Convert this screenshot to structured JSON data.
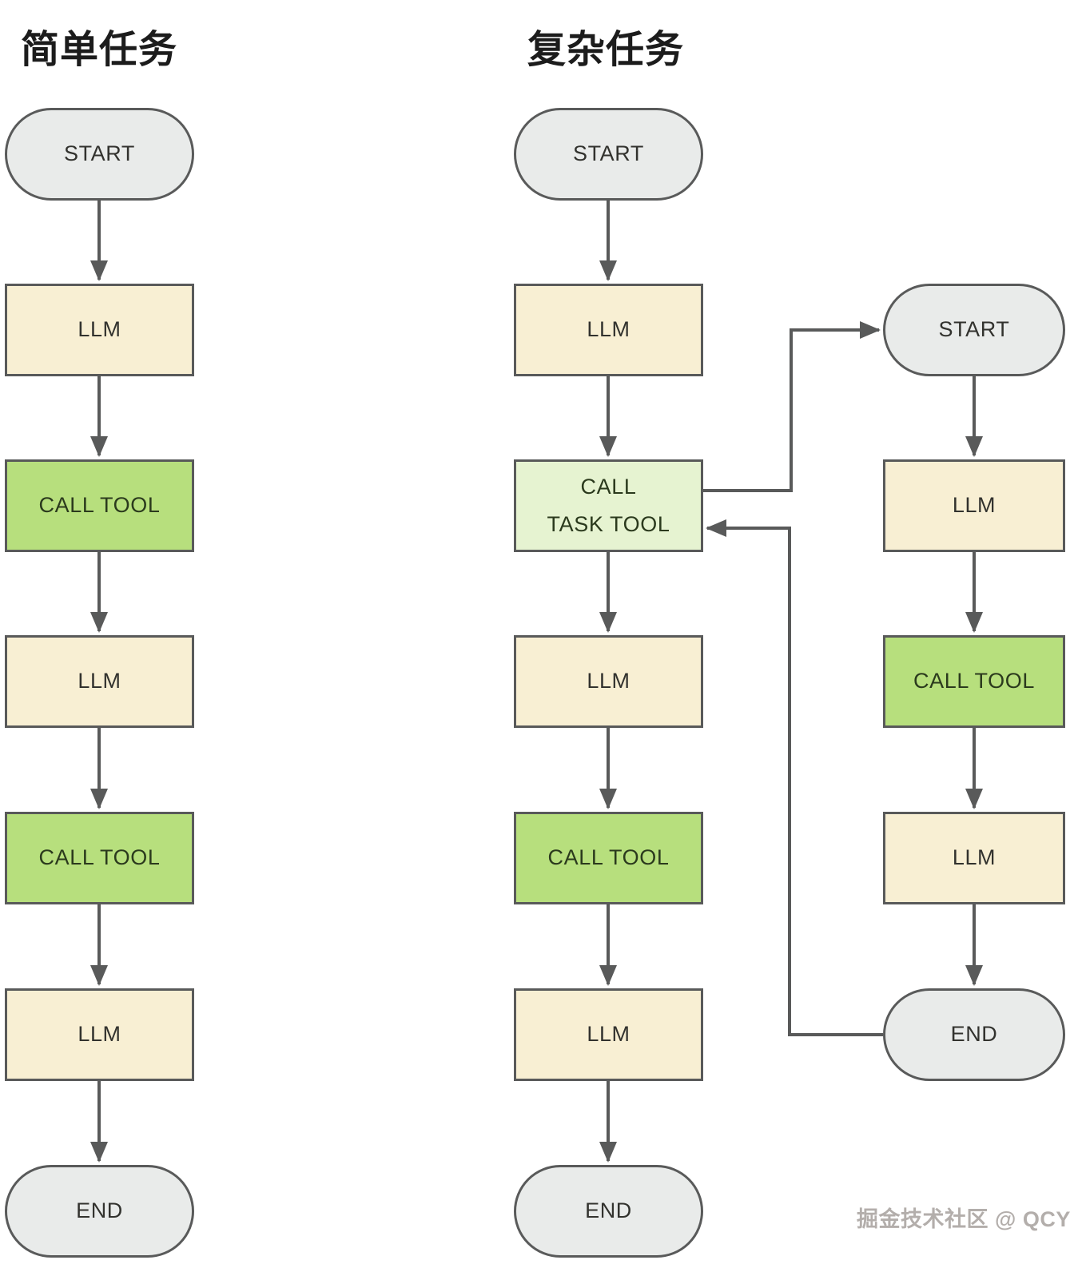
{
  "simple_flow": {
    "title": "简单任务",
    "nodes": [
      {
        "label": "START"
      },
      {
        "label": "LLM"
      },
      {
        "label": "CALL TOOL"
      },
      {
        "label": "LLM"
      },
      {
        "label": "CALL TOOL"
      },
      {
        "label": "LLM"
      },
      {
        "label": "END"
      }
    ]
  },
  "complex_flow": {
    "title": "复杂任务",
    "nodes": [
      {
        "label": "START"
      },
      {
        "label": "LLM"
      },
      {
        "label": "CALL\nTASK TOOL"
      },
      {
        "label": "LLM"
      },
      {
        "label": "CALL TOOL"
      },
      {
        "label": "LLM"
      },
      {
        "label": "END"
      }
    ]
  },
  "sub_flow": {
    "nodes": [
      {
        "label": "START"
      },
      {
        "label": "LLM"
      },
      {
        "label": "CALL TOOL"
      },
      {
        "label": "LLM"
      },
      {
        "label": "END"
      }
    ]
  },
  "watermark": "掘金技术社区 @ QCY",
  "colors": {
    "canvas_bg": "#ffffff",
    "terminal_fill": "#e9ebea",
    "llm_fill": "#f8efd3",
    "tool_fill": "#b7df7d",
    "task_tool_fill": "#e6f3d1",
    "node_border": "#595a5a",
    "arrow": "#595a5a",
    "node_text": "#32322e",
    "tool_text": "#2b3a1d",
    "title_text": "#1c1c1c",
    "watermark_text": "#b3aeab"
  }
}
